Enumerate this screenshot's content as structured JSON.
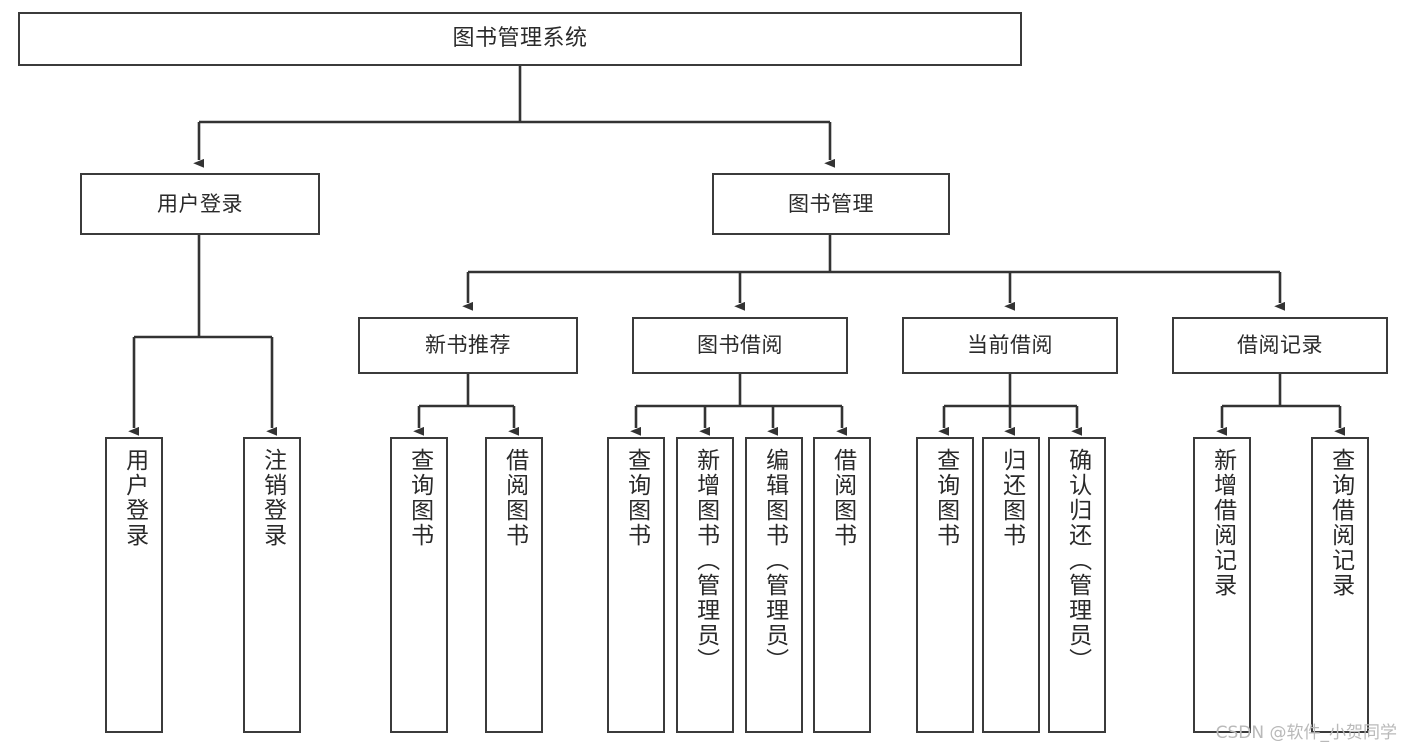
{
  "diagram": {
    "type": "tree",
    "title": "图书管理系统",
    "orientation": "top-down",
    "colors": {
      "background": "#ffffff",
      "box_border": "#3b3b3b",
      "box_fill": "#ffffff",
      "connector": "#333333",
      "text": "#2a2a2a",
      "watermark": "#b9b9b9"
    }
  },
  "watermark": {
    "text": "CSDN @软件_小贺同学"
  },
  "nodes": {
    "root": {
      "label": "图书管理系统"
    },
    "level1": [
      {
        "id": "user-login",
        "label": "用户登录"
      },
      {
        "id": "book-management",
        "label": "图书管理"
      }
    ],
    "level2": [
      {
        "id": "new-book-recommend",
        "label": "新书推荐"
      },
      {
        "id": "book-borrow",
        "label": "图书借阅"
      },
      {
        "id": "current-borrow",
        "label": "当前借阅"
      },
      {
        "id": "borrow-record",
        "label": "借阅记录"
      }
    ],
    "leaves": {
      "user_login": [
        {
          "id": "leaf-user-login",
          "label": "用户登录"
        },
        {
          "id": "leaf-logout-login",
          "label": "注销登录"
        }
      ],
      "new_book_recommend": [
        {
          "id": "leaf-query-book-1",
          "label": "查询图书"
        },
        {
          "id": "leaf-borrow-book-1",
          "label": "借阅图书"
        }
      ],
      "book_borrow": [
        {
          "id": "leaf-query-book-2",
          "label": "查询图书"
        },
        {
          "id": "leaf-add-book",
          "label": "新增图书（管理员）"
        },
        {
          "id": "leaf-edit-book",
          "label": "编辑图书（管理员）"
        },
        {
          "id": "leaf-borrow-book-2",
          "label": "借阅图书"
        }
      ],
      "current_borrow": [
        {
          "id": "leaf-query-book-3",
          "label": "查询图书"
        },
        {
          "id": "leaf-return-book",
          "label": "归还图书"
        },
        {
          "id": "leaf-confirm-return",
          "label": "确认归还（管理员）"
        }
      ],
      "borrow_record": [
        {
          "id": "leaf-add-record",
          "label": "新增借阅记录"
        },
        {
          "id": "leaf-query-record",
          "label": "查询借阅记录"
        }
      ]
    }
  },
  "edges": [
    {
      "from": "root",
      "to": "user-login"
    },
    {
      "from": "root",
      "to": "book-management"
    },
    {
      "from": "user-login",
      "to": "leaf-user-login"
    },
    {
      "from": "user-login",
      "to": "leaf-logout-login"
    },
    {
      "from": "book-management",
      "to": "new-book-recommend"
    },
    {
      "from": "book-management",
      "to": "book-borrow"
    },
    {
      "from": "book-management",
      "to": "current-borrow"
    },
    {
      "from": "book-management",
      "to": "borrow-record"
    },
    {
      "from": "new-book-recommend",
      "to": "leaf-query-book-1"
    },
    {
      "from": "new-book-recommend",
      "to": "leaf-borrow-book-1"
    },
    {
      "from": "book-borrow",
      "to": "leaf-query-book-2"
    },
    {
      "from": "book-borrow",
      "to": "leaf-add-book"
    },
    {
      "from": "book-borrow",
      "to": "leaf-edit-book"
    },
    {
      "from": "book-borrow",
      "to": "leaf-borrow-book-2"
    },
    {
      "from": "current-borrow",
      "to": "leaf-query-book-3"
    },
    {
      "from": "current-borrow",
      "to": "leaf-return-book"
    },
    {
      "from": "current-borrow",
      "to": "leaf-confirm-return"
    },
    {
      "from": "borrow-record",
      "to": "leaf-add-record"
    },
    {
      "from": "borrow-record",
      "to": "leaf-query-record"
    }
  ]
}
